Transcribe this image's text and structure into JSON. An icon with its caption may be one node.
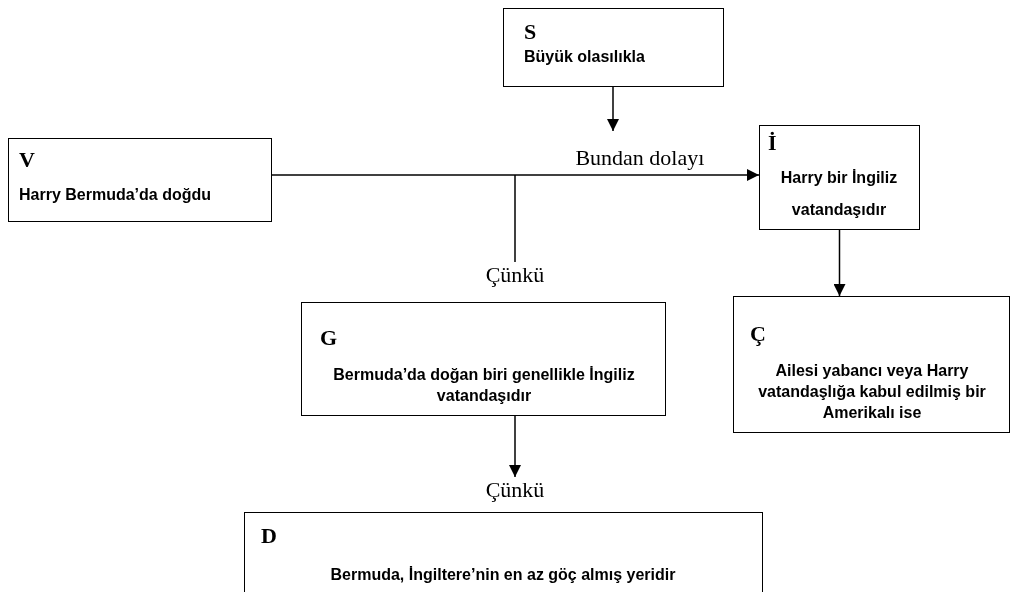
{
  "diagram": {
    "nodes": [
      {
        "text": [
          "S",
          "Büyük olasılıkla"
        ]
      },
      {
        "text": [
          "V",
          "Harry Bermuda’da doğdu"
        ]
      },
      {
        "text": [
          "İ",
          "Harry bir İngiliz vatandaşıdır"
        ]
      },
      {
        "text": [
          "Ç",
          "Ailesi yabancı veya Harry vatandaşlığa kabul edilmiş bir Amerikalı ise"
        ]
      },
      {
        "text": [
          "G",
          "Bermuda’da doğan biri genellikle İngiliz vatandaşıdır"
        ]
      },
      {
        "text": [
          "D",
          "Bermuda, İngiltere’nin en az göç almış yeridir"
        ]
      },
      {
        "text": [
          "Çünkü"
        ]
      },
      {
        "text": [
          "Çünkü"
        ]
      }
    ],
    "edges": [
      {
        "from": 1,
        "to": 2,
        "arrow": "to",
        "label": "Bundan dolayı"
      },
      {
        "from": 0,
        "to": null,
        "arrow": "to"
      },
      {
        "from": null,
        "to": 6,
        "arrow": "none"
      },
      {
        "from": 2,
        "to": 3,
        "arrow": "to"
      },
      {
        "from": 4,
        "to": 7,
        "arrow": "to"
      }
    ]
  }
}
